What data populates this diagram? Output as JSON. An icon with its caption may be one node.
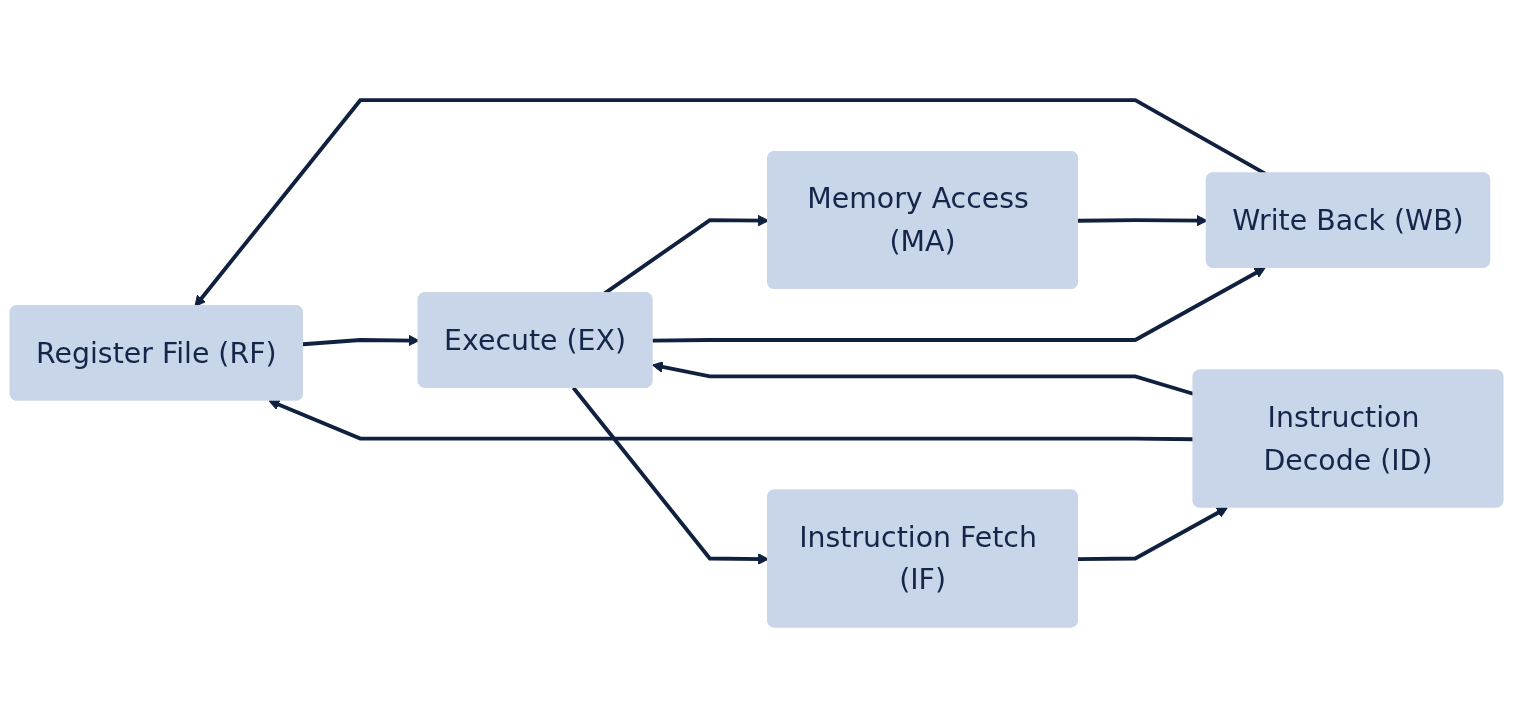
{
  "diagram": {
    "nodes": [
      {
        "text": [
          "Register File (RF)"
        ]
      },
      {
        "text": [
          "Write Back (WB)"
        ]
      },
      {
        "text": [
          "Instruction Fetch (IF)"
        ]
      },
      {
        "text": [
          "Instruction Decode (ID)"
        ]
      },
      {
        "text": [
          "Execute (EX)"
        ]
      },
      {
        "text": [
          "Memory Access (MA)"
        ]
      }
    ],
    "edges": [
      {
        "from": 2,
        "to": 3,
        "arrow": "to"
      },
      {
        "from": 3,
        "to": 0,
        "arrow": "to"
      },
      {
        "from": 3,
        "to": 4,
        "arrow": "to"
      },
      {
        "from": 0,
        "to": 4,
        "arrow": "to"
      },
      {
        "from": 1,
        "to": 0,
        "arrow": "to"
      },
      {
        "from": 4,
        "to": 1,
        "arrow": "to"
      },
      {
        "from": 4,
        "to": 5,
        "arrow": "to"
      },
      {
        "from": 4,
        "to": 2,
        "arrow": "to"
      },
      {
        "from": 5,
        "to": 1,
        "arrow": "to"
      }
    ]
  }
}
